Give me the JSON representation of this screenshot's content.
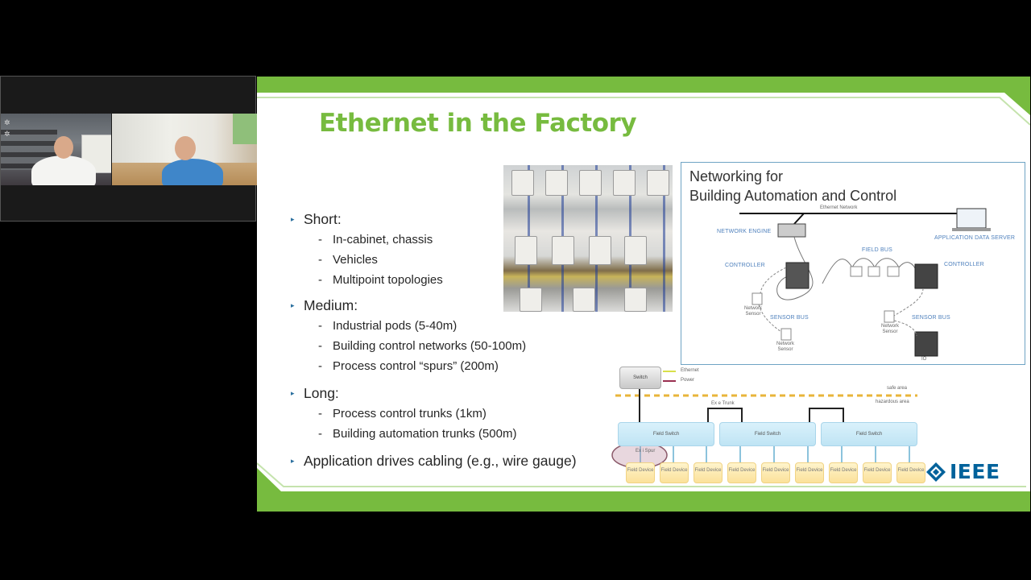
{
  "meeting": {
    "participants": [
      {
        "name": "participant-1",
        "shirt_color": "#f4f4f2"
      },
      {
        "name": "participant-2",
        "shirt_color": "#3f86c9"
      }
    ]
  },
  "slide": {
    "title": "Ethernet in the Factory",
    "accent_color": "#77bb3f",
    "bullets": [
      {
        "label": "Short:",
        "children": [
          "In-cabinet, chassis",
          "Vehicles",
          "Multipoint topologies"
        ]
      },
      {
        "label": "Medium:",
        "children": [
          "Industrial pods (5-40m)",
          "Building control networks (50-100m)",
          "Process control “spurs” (200m)"
        ]
      },
      {
        "label": "Long:",
        "children": [
          "Process control trunks (1km)",
          "Building automation trunks (500m)"
        ]
      },
      {
        "label": "Application drives cabling (e.g., wire gauge)",
        "children": []
      }
    ],
    "bullet_glyph": "▸",
    "dash_glyph": "-",
    "network_diagram": {
      "title_line1": "Networking for",
      "title_line2": "Building Automation and Control",
      "ethernet_network": "Ethernet Network",
      "network_engine": "NETWORK ENGINE",
      "application_data_server": "APPLICATION DATA SERVER",
      "field_bus": "FIELD BUS",
      "controller_left": "CONTROLLER",
      "controller_right": "CONTROLLER",
      "sensor_bus_left": "SENSOR BUS",
      "sensor_bus_right": "SENSOR BUS",
      "network_sensor": "Network Sensor",
      "io": "IO"
    },
    "exd_diagram": {
      "switch": "Switch",
      "legend_ethernet": "Ethernet",
      "legend_power": "Power",
      "safe_area": "safe area",
      "hazardous_area": "hazardous area",
      "trunk": "Ex e Trunk",
      "spur": "Ex i Spur",
      "field_switch": "Field Switch",
      "field_device": "Field Device",
      "field_switch_count": 3,
      "field_device_count": 9
    },
    "logo_text": "IEEE",
    "logo_color": "#00629b"
  }
}
